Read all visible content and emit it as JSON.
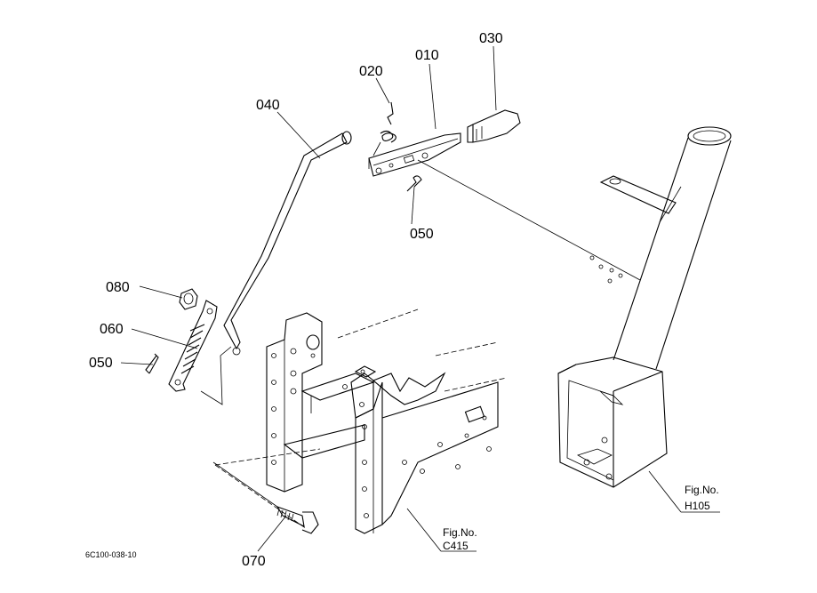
{
  "callouts": {
    "p010": "010",
    "p020": "020",
    "p030": "030",
    "p040": "040",
    "p050_top": "050",
    "p050_left": "050",
    "p060": "060",
    "p070": "070",
    "p080": "080"
  },
  "fig_refs": {
    "c415_prefix": "Fig.No.",
    "c415_code": "C415",
    "h105_prefix": "Fig.No.",
    "h105_code": "H105"
  },
  "drawing_code": "6C100-038-10"
}
